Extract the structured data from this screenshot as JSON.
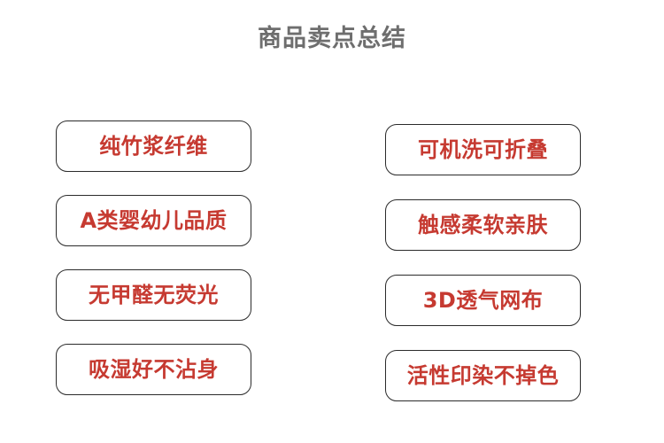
{
  "page": {
    "title": "商品卖点总结",
    "background_color": "#ffffff",
    "title_color": "#6e6e6e",
    "accent_color": "#c63a31",
    "border_color": "#2b2b2b"
  },
  "columns": [
    {
      "name": "left-column",
      "items": [
        {
          "label": "纯竹浆纤维"
        },
        {
          "label": "A类婴幼儿品质"
        },
        {
          "label": "无甲醛无荧光"
        },
        {
          "label": "吸湿好不沾身"
        }
      ]
    },
    {
      "name": "right-column",
      "items": [
        {
          "label": "可机洗可折叠"
        },
        {
          "label": "触感柔软亲肤"
        },
        {
          "label": "3D透气网布"
        },
        {
          "label": "活性印染不掉色"
        }
      ]
    }
  ]
}
